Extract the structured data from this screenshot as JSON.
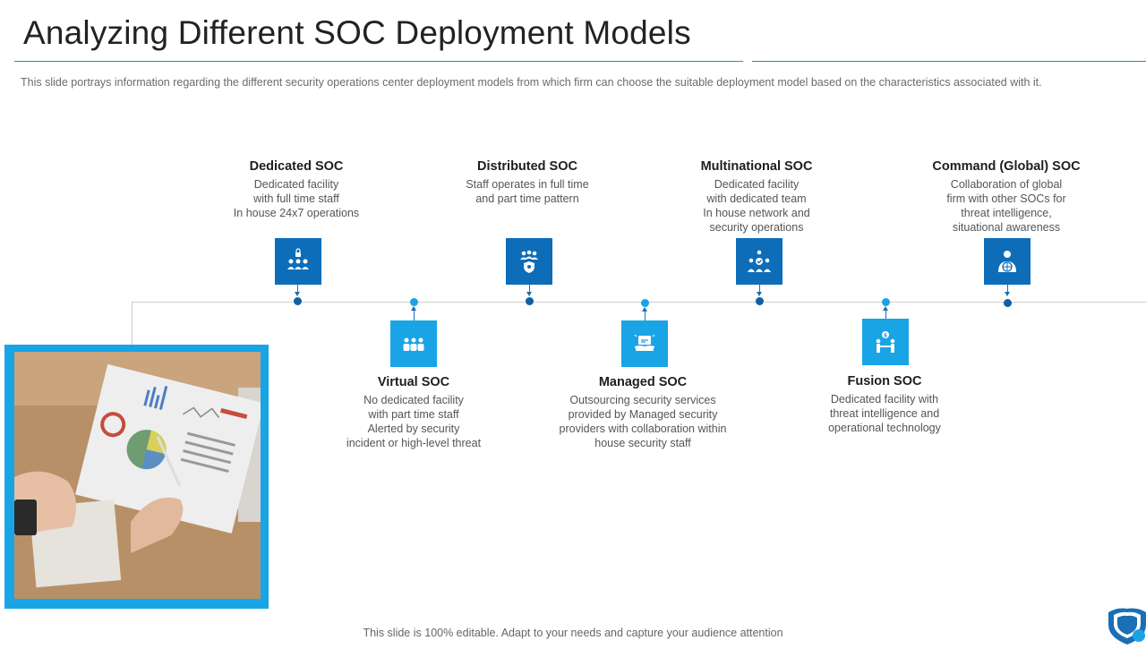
{
  "title": "Analyzing Different SOC Deployment Models",
  "subtitle": "This slide portrays information  regarding the different  security operations  center deployment  models from which firm can choose the suitable deployment model based on the characteristics associated with it.",
  "top_nodes": [
    {
      "name": "Dedicated SOC",
      "desc": [
        "Dedicated facility",
        "with full time staff",
        "In house 24x7 operations"
      ],
      "icon": "users-lock-icon"
    },
    {
      "name": "Distributed SOC",
      "desc": [
        "Staff operates in full time",
        "and part time pattern"
      ],
      "icon": "team-shield-icon"
    },
    {
      "name": "Multinational SOC",
      "desc": [
        "Dedicated facility",
        "with dedicated team",
        "In house network and",
        "security operations"
      ],
      "icon": "team-network-icon"
    },
    {
      "name": "Command (Global) SOC",
      "desc": [
        "Collaboration  of global",
        "firm with other SOCs for",
        "threat intelligence,",
        "situational awareness"
      ],
      "icon": "person-globe-icon"
    }
  ],
  "bottom_nodes": [
    {
      "name": "Virtual SOC",
      "desc": [
        "No dedicated facility",
        "with part time staff",
        "Alerted by security",
        "incident or high-level  threat"
      ],
      "icon": "group-icon"
    },
    {
      "name": "Managed SOC",
      "desc": [
        "Outsourcing security services",
        "provided  by Managed security",
        "providers  with collaboration within",
        "house security staff"
      ],
      "icon": "managed-service-icon"
    },
    {
      "name": "Fusion SOC",
      "desc": [
        "Dedicated facility with",
        "threat intelligence and",
        "operational technology"
      ],
      "icon": "people-money-icon"
    }
  ],
  "footer": "This slide is 100% editable. Adapt to your needs and capture your audience  attention",
  "colors": {
    "dark_blue": "#0d6db8",
    "light_blue": "#19a4e6",
    "title_rule": "#2b8fb0"
  }
}
